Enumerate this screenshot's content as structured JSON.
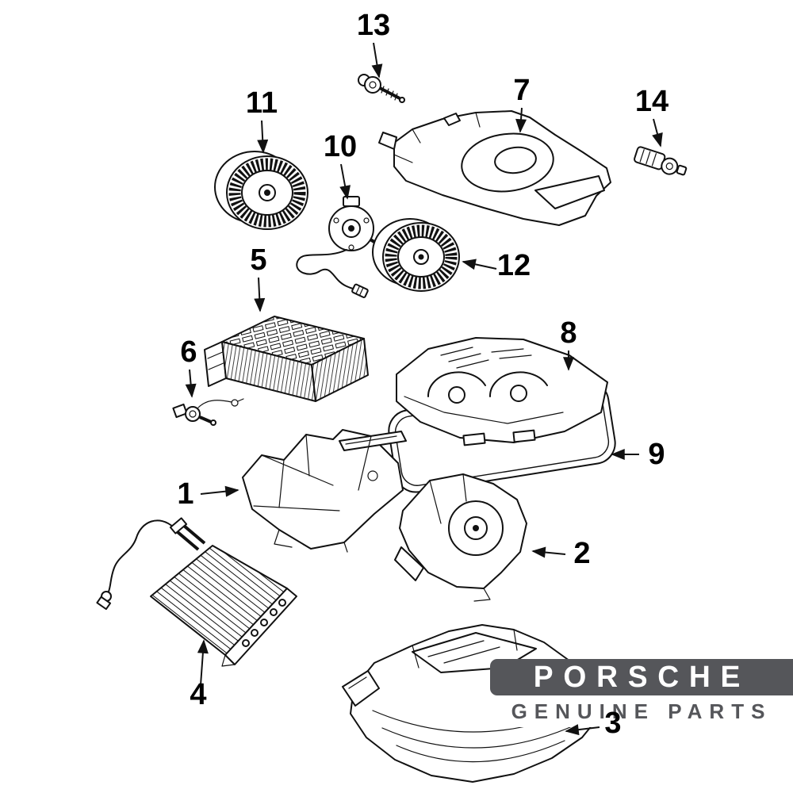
{
  "diagram": {
    "callouts": {
      "c1": "1",
      "c2": "2",
      "c3": "3",
      "c4": "4",
      "c5": "5",
      "c6": "6",
      "c7": "7",
      "c8": "8",
      "c9": "9",
      "c10": "10",
      "c11": "11",
      "c12": "12",
      "c13": "13",
      "c14": "14"
    }
  },
  "branding": {
    "name": "PORSCHE",
    "tagline": "GENUINE PARTS"
  },
  "colors": {
    "line": "#111111",
    "banner_bg": "#55565a",
    "banner_text": "#ffffff",
    "tagline_text": "#55565a"
  }
}
